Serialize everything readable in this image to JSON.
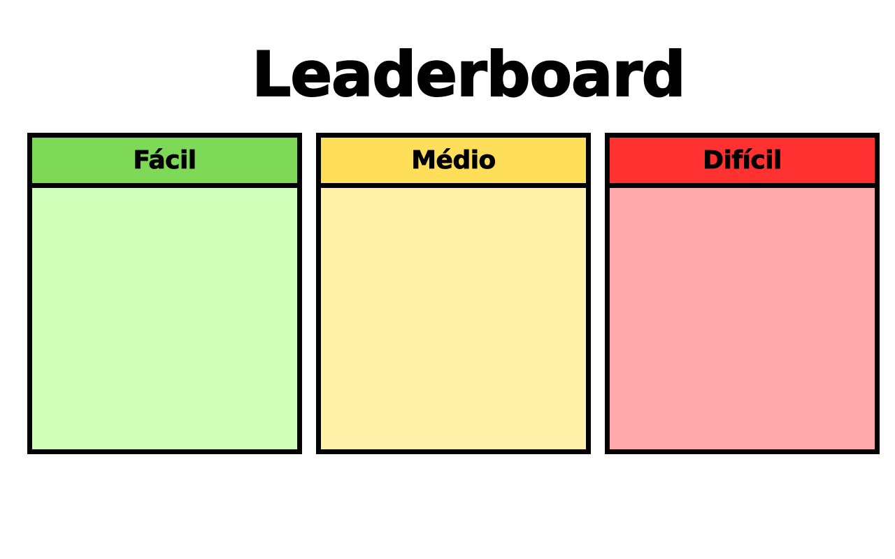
{
  "title": "Leaderboard",
  "boards": [
    {
      "label": "Fácil",
      "header_color": "#7ED957",
      "body_color": "#CFFFB8"
    },
    {
      "label": "Médio",
      "header_color": "#FFDE59",
      "body_color": "#FFF2A8"
    },
    {
      "label": "Difícil",
      "header_color": "#FF3131",
      "body_color": "#FFA9AC"
    }
  ]
}
